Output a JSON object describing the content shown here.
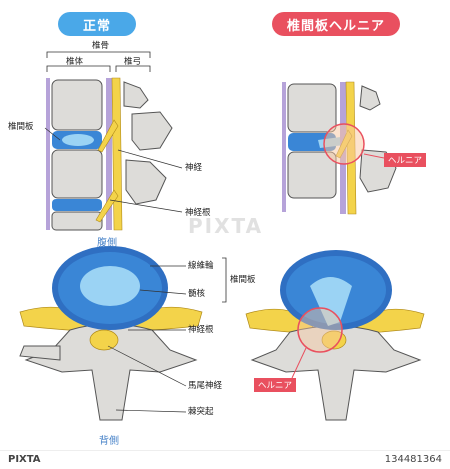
{
  "headers": {
    "normal": "正常",
    "hernia": "椎間板ヘルニア"
  },
  "labels": {
    "vertebra": "椎骨",
    "vertebral_body": "椎体",
    "vertebral_arch": "椎弓",
    "intervertebral_disc": "椎間板",
    "nerve": "神経",
    "nerve_root": "神経根",
    "annulus_fibrosus": "線維輪",
    "nucleus_pulposus": "髄核",
    "intervertebral_disc_group": "椎間板",
    "nerve_root_2": "神経根",
    "cauda_equina": "馬尾神経",
    "spinous_process": "棘突起"
  },
  "directions": {
    "ventral": "腹側",
    "dorsal": "背側"
  },
  "hernia_tags": {
    "top": "ヘルニア",
    "bottom": "ヘルニア"
  },
  "watermark": "PIXTA",
  "footer": {
    "brand": "PIXTA",
    "image_id": "134481364"
  },
  "colors": {
    "normal_header": "#4aa8e8",
    "hernia_header": "#e9505f",
    "disc_blue": "#3a86d6",
    "nucleus": "#9bd3f4",
    "nerve_yellow": "#f3d34a",
    "bone": "#dddcd9",
    "hernia_red": "#e9505f"
  }
}
